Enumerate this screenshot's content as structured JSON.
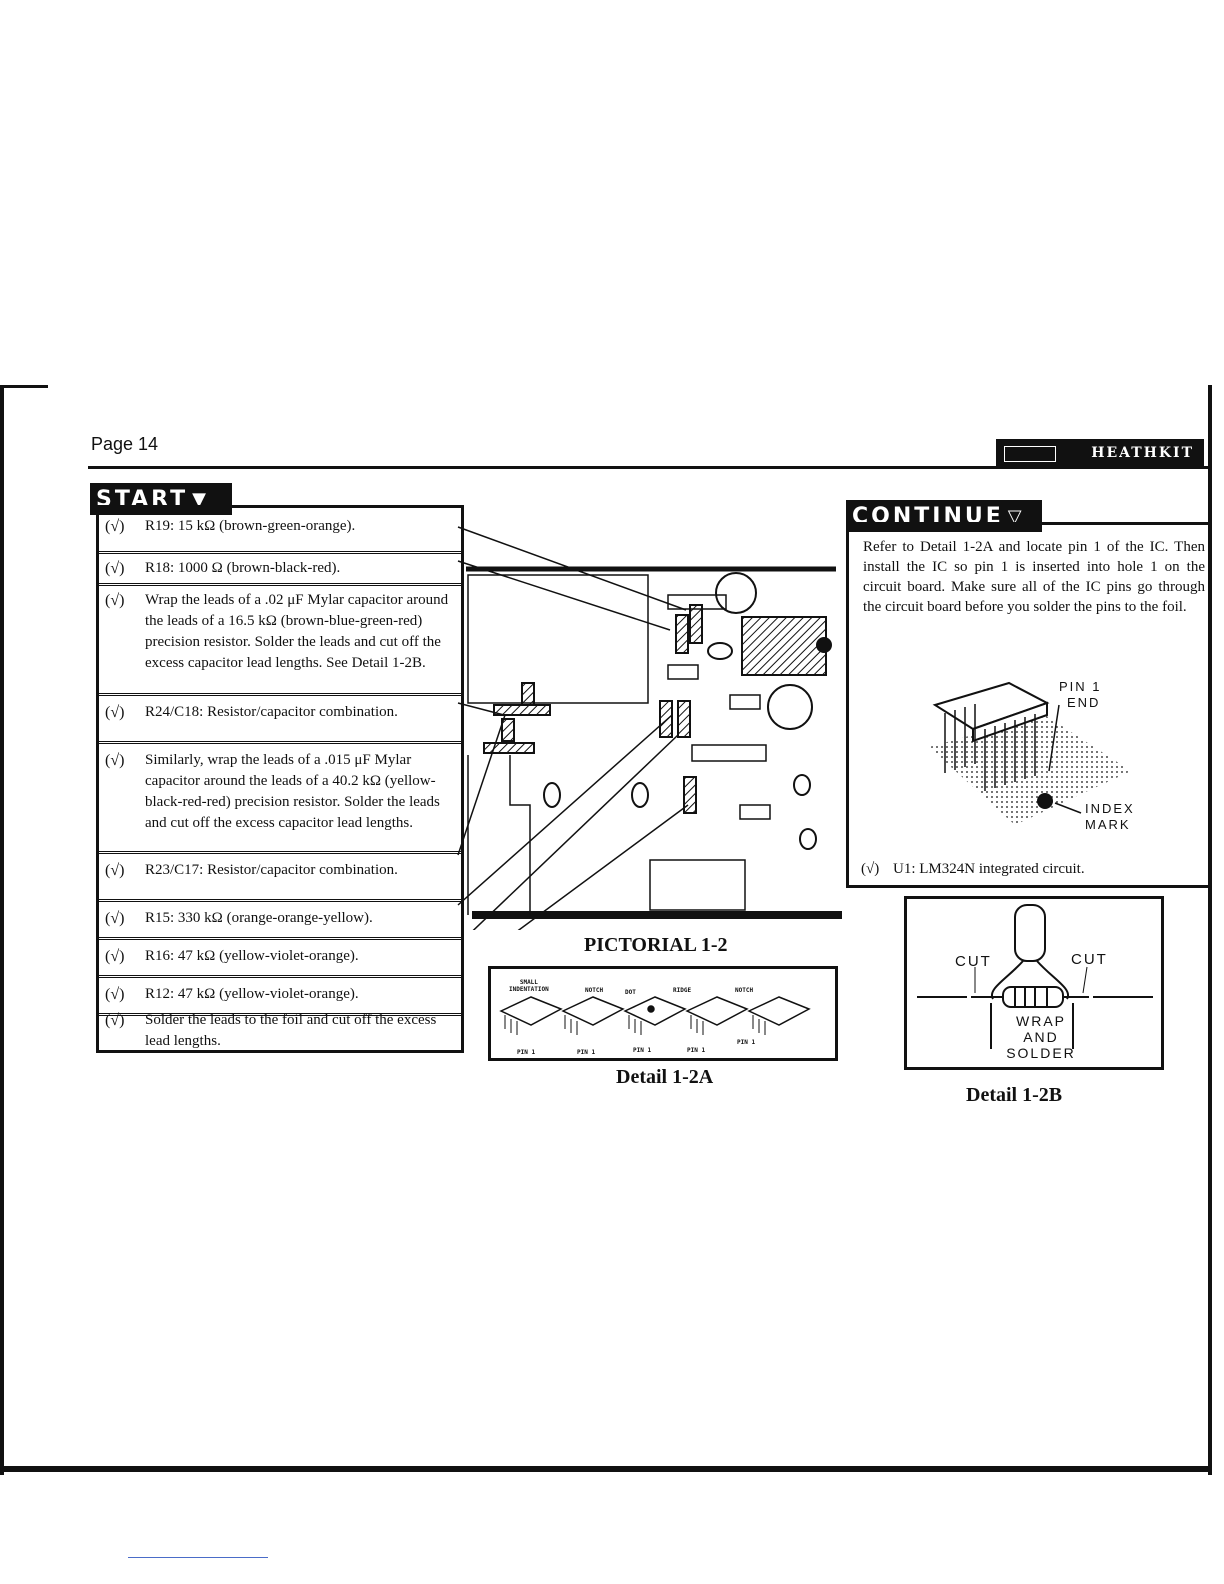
{
  "header": {
    "page_label": "Page  14",
    "brand": "HEATHKIT"
  },
  "start_section": {
    "banner": "START",
    "steps": [
      {
        "check": "(√)",
        "text": "R19: 15 kΩ (brown-green-orange)."
      },
      {
        "check": "(√)",
        "text": "R18: 1000 Ω (brown-black-red)."
      },
      {
        "check": "(√)",
        "text": "Wrap the leads of a .02 μF Mylar capacitor around the leads of a 16.5 kΩ (brown-blue-green-red) precision resistor. Solder the leads and cut off the excess capacitor lead lengths. See Detail 1-2B."
      },
      {
        "check": "(√)",
        "text": "R24/C18: Resistor/capacitor combination."
      },
      {
        "check": "(√)",
        "text": "Similarly, wrap the leads of a .015 μF Mylar capacitor around the leads of a 40.2 kΩ (yellow-black-red-red) precision resistor. Solder the leads and cut off the excess capacitor lead lengths."
      },
      {
        "check": "(√)",
        "text": "R23/C17: Resistor/capacitor combination."
      },
      {
        "check": "(√)",
        "text": "R15: 330 kΩ (orange-orange-yellow)."
      },
      {
        "check": "(√)",
        "text": "R16: 47 kΩ (yellow-violet-orange)."
      },
      {
        "check": "(√)",
        "text": "R12: 47 kΩ (yellow-violet-orange)."
      },
      {
        "check": "(√)",
        "text": "Solder the leads to the foil and cut off the excess lead lengths."
      }
    ]
  },
  "continue_section": {
    "banner": "CONTINUE",
    "text": "Refer to Detail 1-2A and locate pin 1 of the IC. Then install the IC so pin 1 is inserted into hole 1 on the circuit board. Make sure all of the IC pins go through the circuit board before you solder the pins to the foil.",
    "ic_labels": {
      "pin1_end_a": "PIN 1",
      "pin1_end_b": "END",
      "index_a": "INDEX",
      "index_b": "MARK"
    },
    "step": {
      "check": "(√)",
      "text": "U1: LM324N integrated circuit."
    }
  },
  "pictorial": {
    "caption": "PICTORIAL 1-2"
  },
  "detail_2a": {
    "caption": "Detail 1-2A",
    "labels": [
      "SMALL",
      "INDENTATION",
      "NOTCH",
      "DOT",
      "RIDGE",
      "NOTCH"
    ],
    "pin_labels": [
      "PIN 1",
      "PIN 1",
      "PIN 1",
      "PIN 1",
      "PIN 1"
    ]
  },
  "detail_2b": {
    "caption": "Detail 1-2B",
    "labels": {
      "cut_left": "CUT",
      "cut_right": "CUT",
      "wrap": "WRAP",
      "and": "AND",
      "solder": "SOLDER"
    }
  }
}
